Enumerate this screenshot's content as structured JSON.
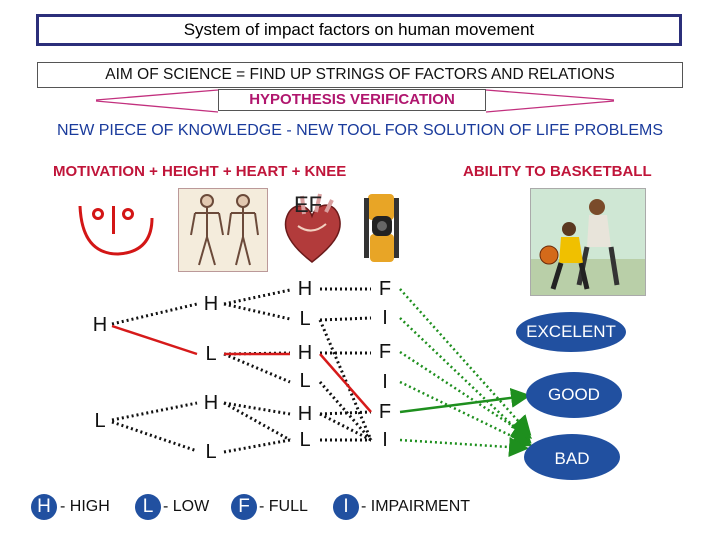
{
  "title": "System of impact factors on human movement",
  "aim": "AIM OF SCIENCE = FIND UP STRINGS OF FACTORS AND RELATIONS",
  "hypothesis": "HYPOTHESIS VERIFICATION",
  "knowledge": "NEW PIECE OF KNOWLEDGE - NEW TOOL FOR SOLUTION OF LIFE PROBLEMS",
  "factors_label": "MOTIVATION + HEIGHT +  HEART + KNEE",
  "ability_label": "ABILITY TO BASKETBALL",
  "heart_tag": "EF",
  "motivation_nodes": [
    "H",
    "L"
  ],
  "height_nodes": [
    "H",
    "L",
    "H",
    "L"
  ],
  "heart_nodes": [
    "H",
    "L",
    "H",
    "L",
    "H",
    "L"
  ],
  "knee_nodes": [
    "F",
    "I",
    "F",
    "I",
    "F",
    "I"
  ],
  "outcomes": [
    "EXCELENT",
    "GOOD",
    "BAD"
  ],
  "legend": [
    {
      "symbol": "H",
      "text": "- HIGH"
    },
    {
      "symbol": "L",
      "text": "- LOW"
    },
    {
      "symbol": "F",
      "text": "- FULL"
    },
    {
      "symbol": "I",
      "text": "- IMPAIRMENT"
    }
  ],
  "icons": {
    "face": "smiley-face-icon",
    "skeleton": "anatomy-chart-icon",
    "heart": "heart-anatomy-icon",
    "knee": "knee-brace-icon",
    "basketball": "basketball-players-photo"
  },
  "colors": {
    "title_border": "#2b2f7a",
    "red_text": "#c0153a",
    "magenta_text": "#b0166e",
    "blue_text": "#1a3b9c",
    "oval_fill": "#2150a0",
    "red_line": "#d61a1a",
    "green_line": "#1e8f1e"
  }
}
